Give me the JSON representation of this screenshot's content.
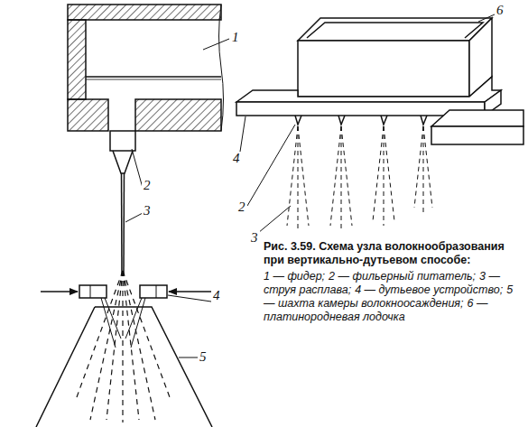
{
  "diagram": {
    "caption": "Рис. 3.59. Схема узла волокнообразования при вертикально-дутьевом способе:",
    "labels": [
      "1",
      "2",
      "3",
      "4",
      "5",
      "6",
      "4",
      "2",
      "3",
      "1 — фидер;",
      "2 — фильерный питатель;",
      "3 — струя расплава;",
      "4 — дутьевое устройство;",
      "5 — шахта камеры волокноосаждения;",
      "6 — платинородневая лодочка"
    ]
  }
}
